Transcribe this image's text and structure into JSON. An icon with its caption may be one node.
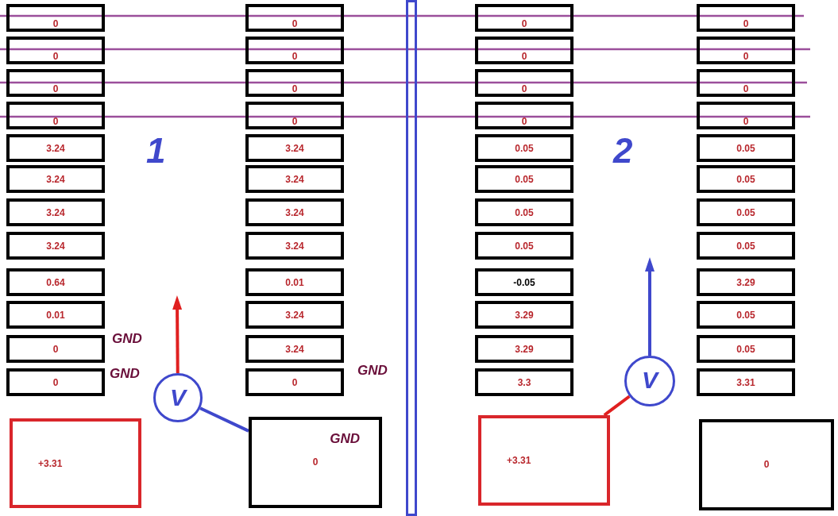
{
  "diagram": {
    "nodes": [
      {
        "text": [
          "0"
        ]
      },
      {
        "text": [
          "0"
        ]
      },
      {
        "text": [
          "0"
        ]
      },
      {
        "text": [
          "0"
        ]
      },
      {
        "text": [
          "3.24"
        ]
      },
      {
        "text": [
          "3.24"
        ]
      },
      {
        "text": [
          "3.24"
        ]
      },
      {
        "text": [
          "3.24"
        ]
      },
      {
        "text": [
          "0.64"
        ]
      },
      {
        "text": [
          "0.01"
        ]
      },
      {
        "text": [
          "0"
        ],
        "beside": [
          "GND"
        ]
      },
      {
        "text": [
          "0"
        ],
        "beside": [
          "GND"
        ]
      },
      {
        "text": [
          "0"
        ]
      },
      {
        "text": [
          "0"
        ]
      },
      {
        "text": [
          "0"
        ]
      },
      {
        "text": [
          "0"
        ]
      },
      {
        "text": [
          "3.24"
        ]
      },
      {
        "text": [
          "3.24"
        ]
      },
      {
        "text": [
          "3.24"
        ]
      },
      {
        "text": [
          "3.24"
        ]
      },
      {
        "text": [
          "0.01"
        ]
      },
      {
        "text": [
          "3.24"
        ]
      },
      {
        "text": [
          "3.24"
        ]
      },
      {
        "text": [
          "0"
        ],
        "beside": [
          "GND"
        ]
      },
      {
        "text": [
          "+3.31"
        ]
      },
      {
        "text": [
          "GND",
          "0"
        ]
      },
      {
        "text": [
          "V"
        ]
      },
      {
        "text": [
          "0"
        ]
      },
      {
        "text": [
          "0"
        ]
      },
      {
        "text": [
          "0"
        ]
      },
      {
        "text": [
          "0"
        ]
      },
      {
        "text": [
          "0.05"
        ]
      },
      {
        "text": [
          "0.05"
        ]
      },
      {
        "text": [
          "0.05"
        ]
      },
      {
        "text": [
          "0.05"
        ]
      },
      {
        "text": [
          "-0.05"
        ]
      },
      {
        "text": [
          "3.29"
        ]
      },
      {
        "text": [
          "3.29"
        ]
      },
      {
        "text": [
          "3.3"
        ]
      },
      {
        "text": [
          "0"
        ]
      },
      {
        "text": [
          "0"
        ]
      },
      {
        "text": [
          "0"
        ]
      },
      {
        "text": [
          "0"
        ]
      },
      {
        "text": [
          "0.05"
        ]
      },
      {
        "text": [
          "0.05"
        ]
      },
      {
        "text": [
          "0.05"
        ]
      },
      {
        "text": [
          "0.05"
        ]
      },
      {
        "text": [
          "3.29"
        ]
      },
      {
        "text": [
          "0.05"
        ]
      },
      {
        "text": [
          "0.05"
        ]
      },
      {
        "text": [
          "3.31"
        ]
      },
      {
        "text": [
          "+3.31"
        ]
      },
      {
        "text": [
          "0"
        ]
      },
      {
        "text": [
          "V"
        ]
      },
      {
        "text": [],
        "shape": "bar"
      }
    ],
    "edges": [
      {
        "from": 26,
        "to": null,
        "arrow": "to",
        "color": "#e02020"
      },
      {
        "from": 26,
        "to": 25,
        "arrow": "none",
        "color": "#3f48cc"
      },
      {
        "from": 51,
        "to": 53,
        "arrow": "none",
        "color": "#e02020"
      },
      {
        "from": 53,
        "to": null,
        "arrow": "to",
        "color": "#3f48cc"
      }
    ],
    "labels": [
      "1",
      "2"
    ]
  }
}
